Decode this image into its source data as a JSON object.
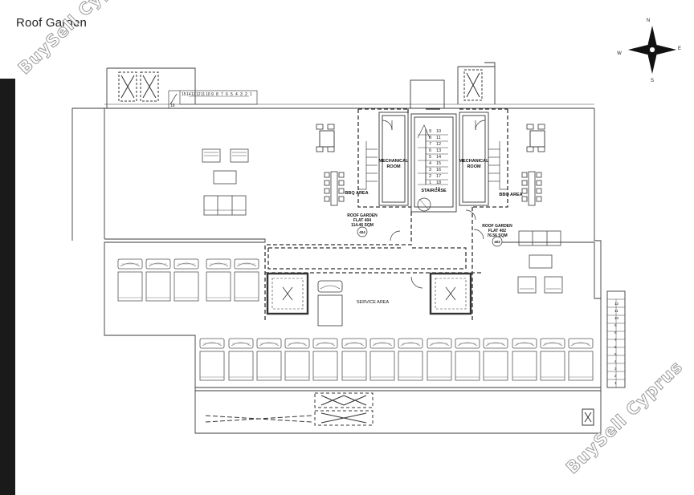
{
  "title": "Roof Garden",
  "watermark": "BuySell Cyprus",
  "compass": {
    "n": "N",
    "e": "E",
    "s": "S",
    "w": "W"
  },
  "labels": {
    "mech_left": [
      "MECHANICAL",
      "ROOM"
    ],
    "mech_right": [
      "MECHANICAL",
      "ROOM"
    ],
    "staircase": "STAIRCASE",
    "bbq_left": "BBQ AREA",
    "bbq_right": "BBQ AREA",
    "service": "SERVICE AREA"
  },
  "flats": [
    {
      "lines": [
        "ROOF GARDEN",
        "FLAT 404",
        "114.46 SQM"
      ],
      "tag": "404"
    },
    {
      "lines": [
        "ROOF GARDEN",
        "FLAT 402",
        "76.56 SQM"
      ],
      "tag": "402"
    }
  ],
  "stairs": {
    "top_steps": [
      "15",
      "14",
      "13",
      "12",
      "11",
      "10",
      "9",
      "8",
      "7",
      "6",
      "5",
      "4",
      "3",
      "2",
      "1"
    ],
    "top_landing": "16",
    "center_left": [
      "9",
      "8",
      "7",
      "6",
      "5",
      "4",
      "3",
      "2",
      "1"
    ],
    "center_right": [
      "10",
      "11",
      "12",
      "13",
      "14",
      "15",
      "16",
      "17",
      "18"
    ],
    "center_bottom": "19",
    "right_steps": [
      "12",
      "11",
      "10",
      "9",
      "8",
      "7",
      "6",
      "5",
      "4",
      "3",
      "2",
      "1"
    ]
  },
  "colors": {
    "line": "#3a3a3a",
    "dash": "#333333",
    "bar": "#1a1a1a",
    "watermark_stroke": "#9a9a9a"
  }
}
